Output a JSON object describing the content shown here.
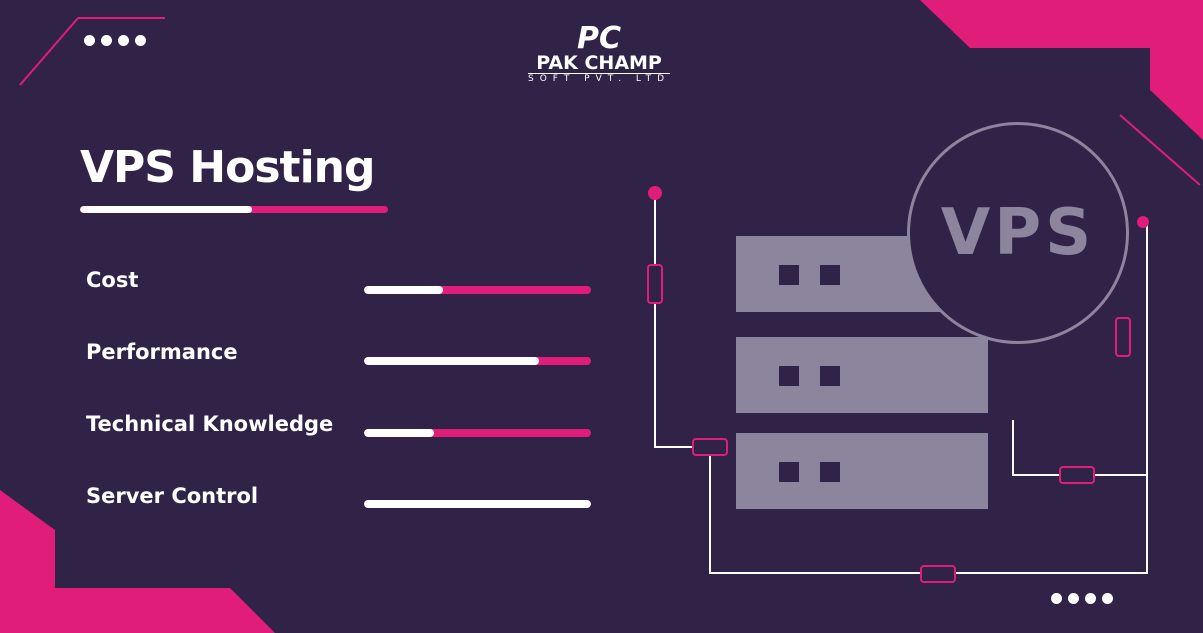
{
  "brand": {
    "logo_text": "PC",
    "name": "PAK CHAMP",
    "sub": "SOFT PVT. LTD"
  },
  "title": "VPS Hosting",
  "badge": "VPS",
  "metrics": [
    {
      "label": "Cost",
      "percent": 35
    },
    {
      "label": "Performance",
      "percent": 77
    },
    {
      "label": "Technical Knowledge",
      "percent": 31
    },
    {
      "label": "Server Control",
      "percent": 100
    }
  ],
  "colors": {
    "bg": "#312248",
    "accent": "#e01e79",
    "server": "#8d849d"
  }
}
